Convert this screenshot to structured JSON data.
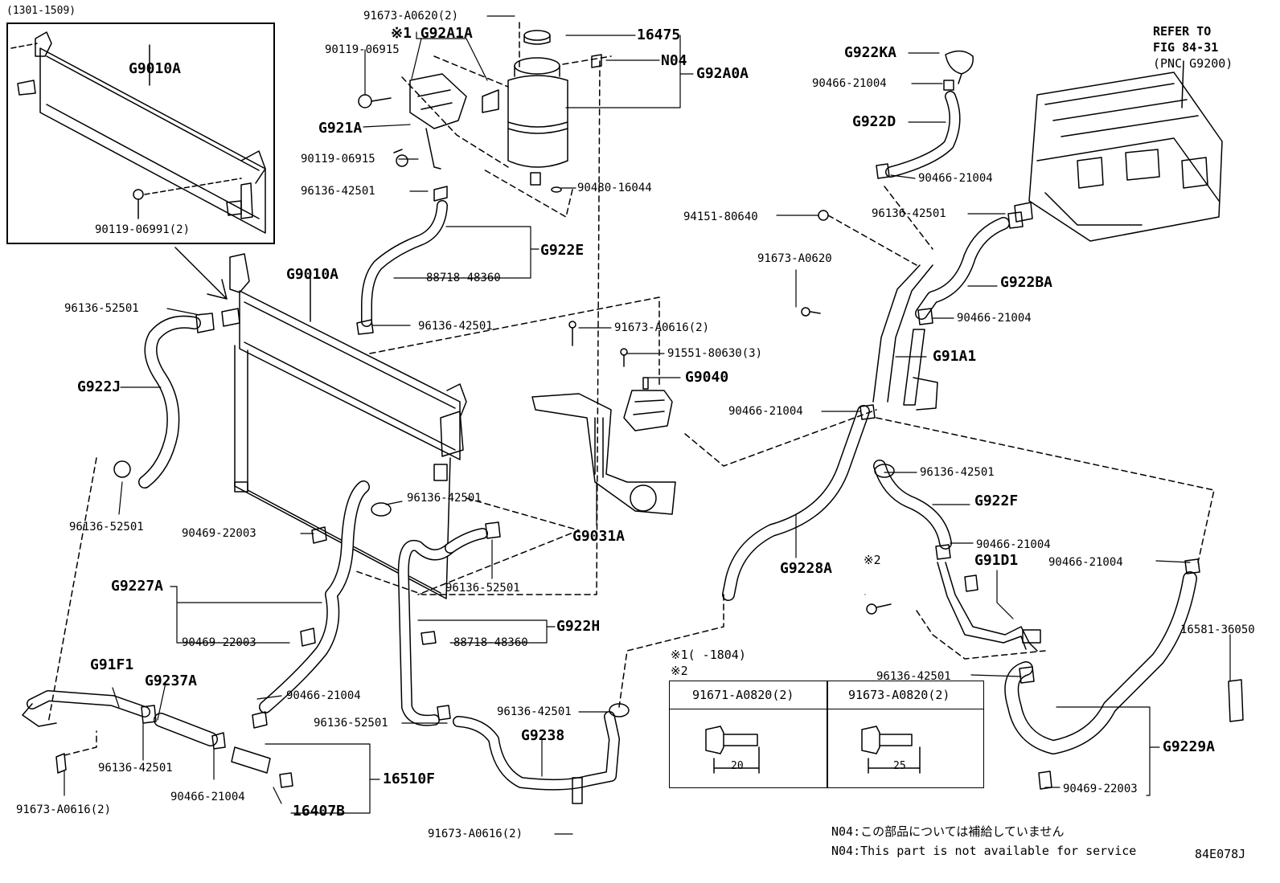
{
  "figure_code": "84E078J",
  "inset_range": "(1301-1509)",
  "refer": {
    "line1": "REFER TO",
    "line2": "FIG 84-31",
    "line3": "(PNC G9200)"
  },
  "notes": {
    "n04_ja": "N04:この部品については補給していません",
    "n04_en": "N04:This part is not available for service",
    "mark1": "※1(      -1804)",
    "mark2": "※2",
    "mark2b": "※2"
  },
  "table": {
    "col1_header": "91671-A0820(2)",
    "col2_header": "91673-A0820(2)",
    "col1_dim": "20",
    "col2_dim": "25"
  },
  "labels": {
    "l1": "91673-A0620(2)",
    "l2": "16475",
    "l3": "※1 G92A1A",
    "l4": "90119-06915",
    "l5": "N04",
    "l6": "G92A0A",
    "l7": "G921A",
    "l8": "90119-06915",
    "l9": "96136-42501",
    "l10": "90480-16044",
    "l11": "G922E",
    "l12": "88718-48360",
    "l13": "96136-42501",
    "l14": "G9010A",
    "l15": "90119-06991(2)",
    "l16": "G9010A",
    "l17": "96136-52501",
    "l18": "G922J",
    "l19": "96136-52501",
    "l20": "91673-A0616(2)",
    "l21": "91551-80630(3)",
    "l22": "G9040",
    "l23": "96136-42501",
    "l24": "90469-22003",
    "l25": "G9031A",
    "l26": "96136-52501",
    "l27": "G9227A",
    "l28": "90469-22003",
    "l29": "G922H",
    "l30": "88718-48360",
    "l31": "G91F1",
    "l32": "G9237A",
    "l33": "90466-21004",
    "l34": "96136-42501",
    "l35": "96136-52501",
    "l36": "G9238",
    "l37": "96136-42501",
    "l38": "90466-21004",
    "l39": "16510F",
    "l40": "16407B",
    "l41": "91673-A0616(2)",
    "l42": "91673-A0616(2)",
    "l43": "G922KA",
    "l44": "90466-21004",
    "l45": "G922D",
    "l46": "90466-21004",
    "l47": "96136-42501",
    "l48": "94151-80640",
    "l49": "91673-A0620",
    "l50": "G922BA",
    "l51": "90466-21004",
    "l52": "G91A1",
    "l53": "90466-21004",
    "l54": "96136-42501",
    "l55": "G922F",
    "l56": "90466-21004",
    "l57": "G9228A",
    "l58": "G91D1",
    "l59": "90466-21004",
    "l60": "16581-36050",
    "l61": "96136-42501",
    "l62": "G9229A",
    "l63": "90469-22003"
  }
}
